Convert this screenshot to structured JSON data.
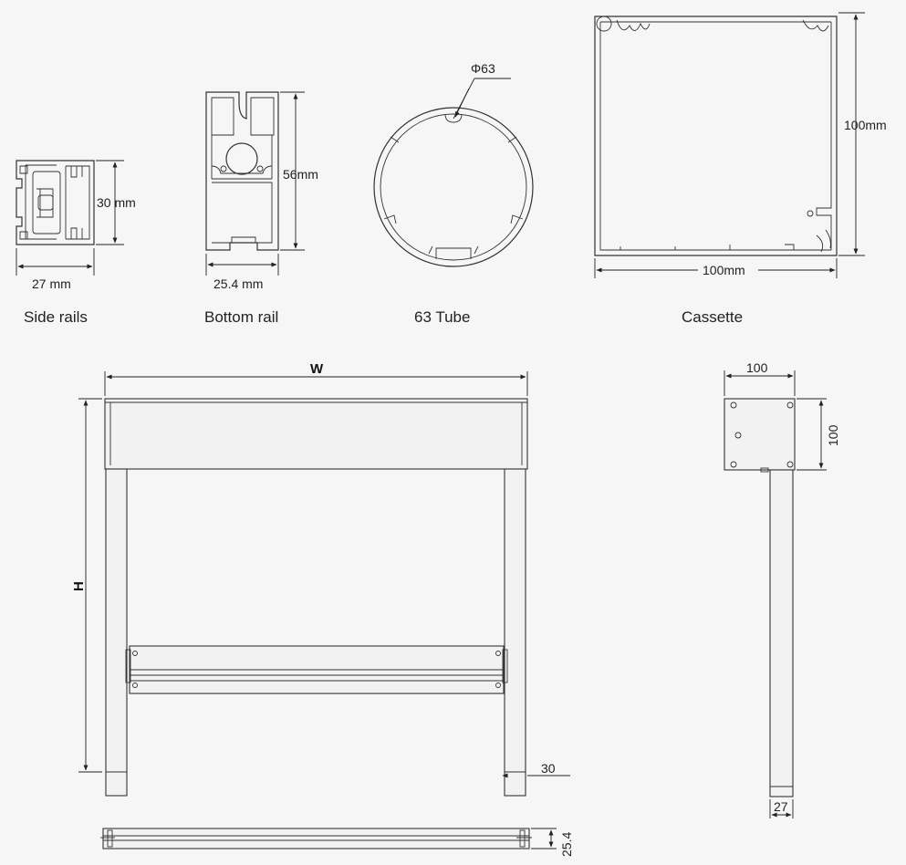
{
  "captions": {
    "side_rails": "Side rails",
    "bottom_rail": "Bottom rail",
    "tube": "63 Tube",
    "cassette": "Cassette"
  },
  "dimensions": {
    "side_rail_height": "30 mm",
    "side_rail_width": "27 mm",
    "bottom_rail_height": "56mm",
    "bottom_rail_width": "25.4 mm",
    "tube_diameter": "Φ63",
    "cassette_height": "100mm",
    "cassette_width": "100mm",
    "front_width": "W",
    "front_height": "H",
    "front_rail_width": "30",
    "side_view_top": "100",
    "side_view_right": "100",
    "side_view_rail": "27",
    "bottom_view_height": "25.4"
  }
}
